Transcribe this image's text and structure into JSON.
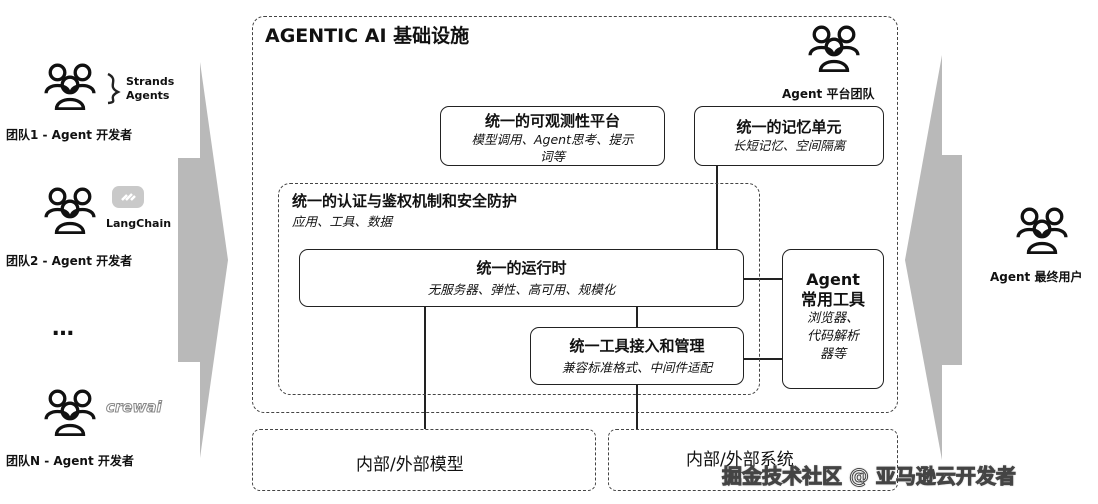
{
  "infra": {
    "title": "AGENTIC AI 基础设施"
  },
  "platform_team": {
    "label": "Agent 平台团队"
  },
  "teams": [
    {
      "label": "团队1 - Agent 开发者",
      "framework": [
        "Strands",
        "Agents"
      ],
      "framework_icon": "strands-icon"
    },
    {
      "label": "团队2 - Agent 开发者",
      "framework": [
        "LangChain"
      ],
      "framework_icon": "langchain-icon"
    },
    {
      "label": "团队N - Agent 开发者",
      "framework": [
        "crewai"
      ],
      "framework_icon": "crewai-logo"
    }
  ],
  "ellipsis": "…",
  "end_users": {
    "label": "Agent 最终用户"
  },
  "observability": {
    "title": "统一的可观测性平台",
    "subtitle": "模型调用、Agent思考、提示",
    "subtitle2": "词等"
  },
  "memory": {
    "title": "统一的记忆单元",
    "subtitle": "长短记忆、空间隔离"
  },
  "auth": {
    "title": "统一的认证与鉴权机制和安全防护",
    "subtitle": "应用、工具、数据"
  },
  "runtime": {
    "title": "统一的运行时",
    "subtitle": "无服务器、弹性、高可用、规模化"
  },
  "tool_mgmt": {
    "title": "统一工具接入和管理",
    "subtitle": "兼容标准格式、中间件适配"
  },
  "common_tools": {
    "title1": "Agent",
    "title2": "常用工具",
    "subtitle1": "浏览器、",
    "subtitle2": "代码解析",
    "subtitle3": "器等"
  },
  "models": {
    "label": "内部/外部模型"
  },
  "systems": {
    "label": "内部/外部系统"
  },
  "watermark": "掘金技术社区 @ 亚马逊云开发者",
  "colors": {
    "arrow": "#b9b9b9",
    "border": "#222222"
  }
}
